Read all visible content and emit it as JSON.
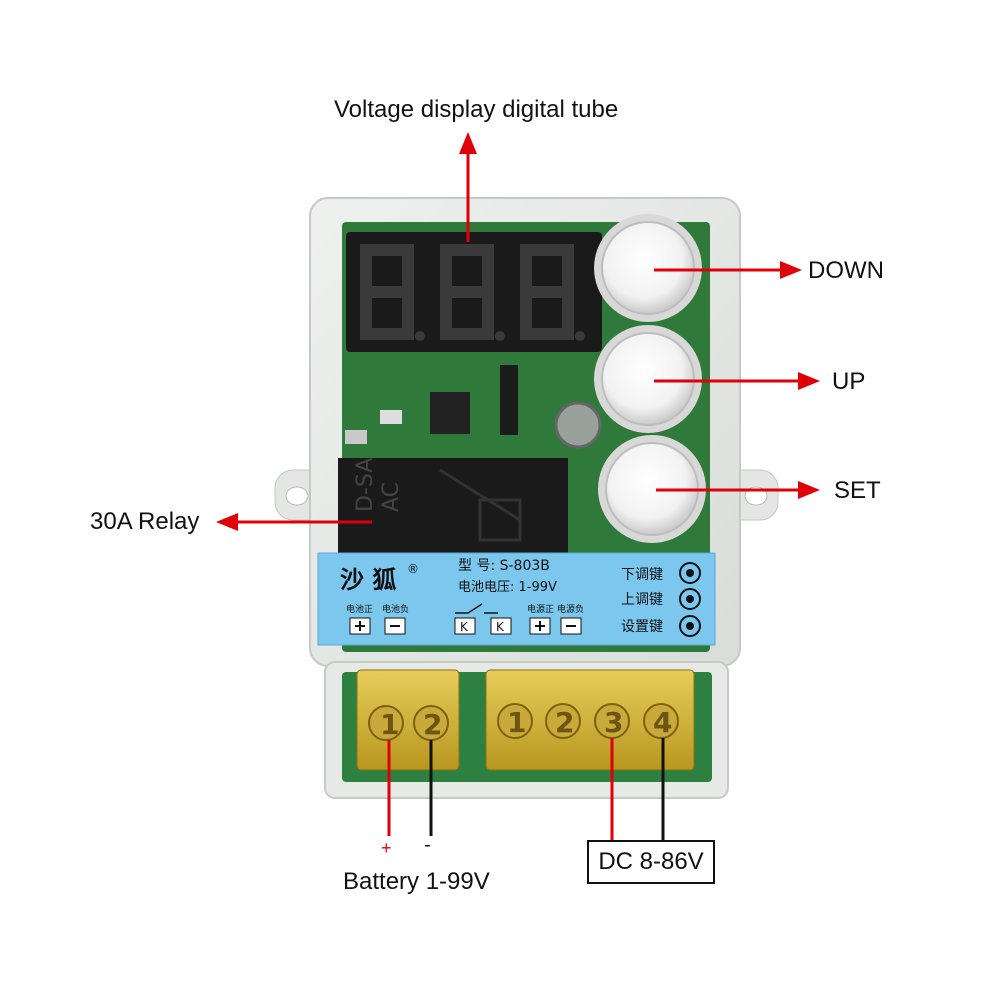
{
  "callouts": {
    "display": "Voltage display digital tube",
    "down": "DOWN",
    "up": "UP",
    "set": "SET",
    "relay": "30A Relay",
    "battery": "Battery 1-99V",
    "plus": "+",
    "minus": "-",
    "dc": "DC 8-86V"
  },
  "label_panel": {
    "brand": "沙 狐",
    "registered": "®",
    "model": "型    号:  S-803B",
    "battery_voltage": "电池电压:  1-99V",
    "key_down": "下调键",
    "key_up": "上调键",
    "key_set": "设置键",
    "bat_pos": "电池正",
    "bat_neg": "电池负",
    "pwr_pos": "电源正",
    "pwr_neg": "电源负",
    "k1": "K",
    "k2": "K"
  },
  "relay_print": "D-SA\nAC",
  "terminals": {
    "left": [
      "1",
      "2"
    ],
    "right": [
      "1",
      "2",
      "3",
      "4"
    ]
  },
  "colors": {
    "arrow": "#e0000a",
    "pcb": "#2f7a3a",
    "label_bg": "#7cc7ee",
    "terminal": "#d9b93c"
  }
}
